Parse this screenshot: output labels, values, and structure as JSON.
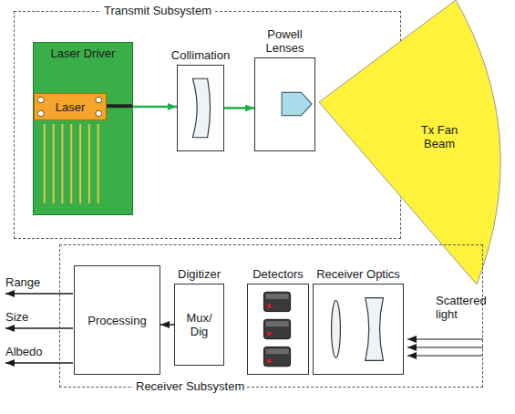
{
  "diagram": {
    "nodes": [
      {
        "text": [
          "Transmit Subsystem"
        ]
      },
      {
        "text": [
          "Laser Driver"
        ],
        "in": 0
      },
      {
        "text": [
          "Laser"
        ],
        "in": 1
      },
      {
        "text": [
          "Collimation"
        ],
        "in": 0
      },
      {
        "text": [
          "Powell Lenses"
        ],
        "in": 0
      },
      {
        "text": [
          "Tx Fan Beam"
        ]
      },
      {
        "text": [
          "Receiver Subsystem"
        ]
      },
      {
        "text": [
          "Processing"
        ],
        "in": 6
      },
      {
        "text": [
          "Digitizer",
          "Mux/ Dig"
        ],
        "in": 6
      },
      {
        "text": [
          "Detectors"
        ],
        "in": 6
      },
      {
        "text": [
          "Receiver Optics"
        ],
        "in": 6
      }
    ],
    "edges": [
      {
        "from": 2,
        "to": 3,
        "arrow": "to"
      },
      {
        "from": 3,
        "to": 4,
        "arrow": "to"
      },
      {
        "from": 8,
        "to": 7,
        "arrow": "to"
      }
    ],
    "labels": [
      "Range",
      "Size",
      "Albedo",
      "Scattered light"
    ]
  }
}
